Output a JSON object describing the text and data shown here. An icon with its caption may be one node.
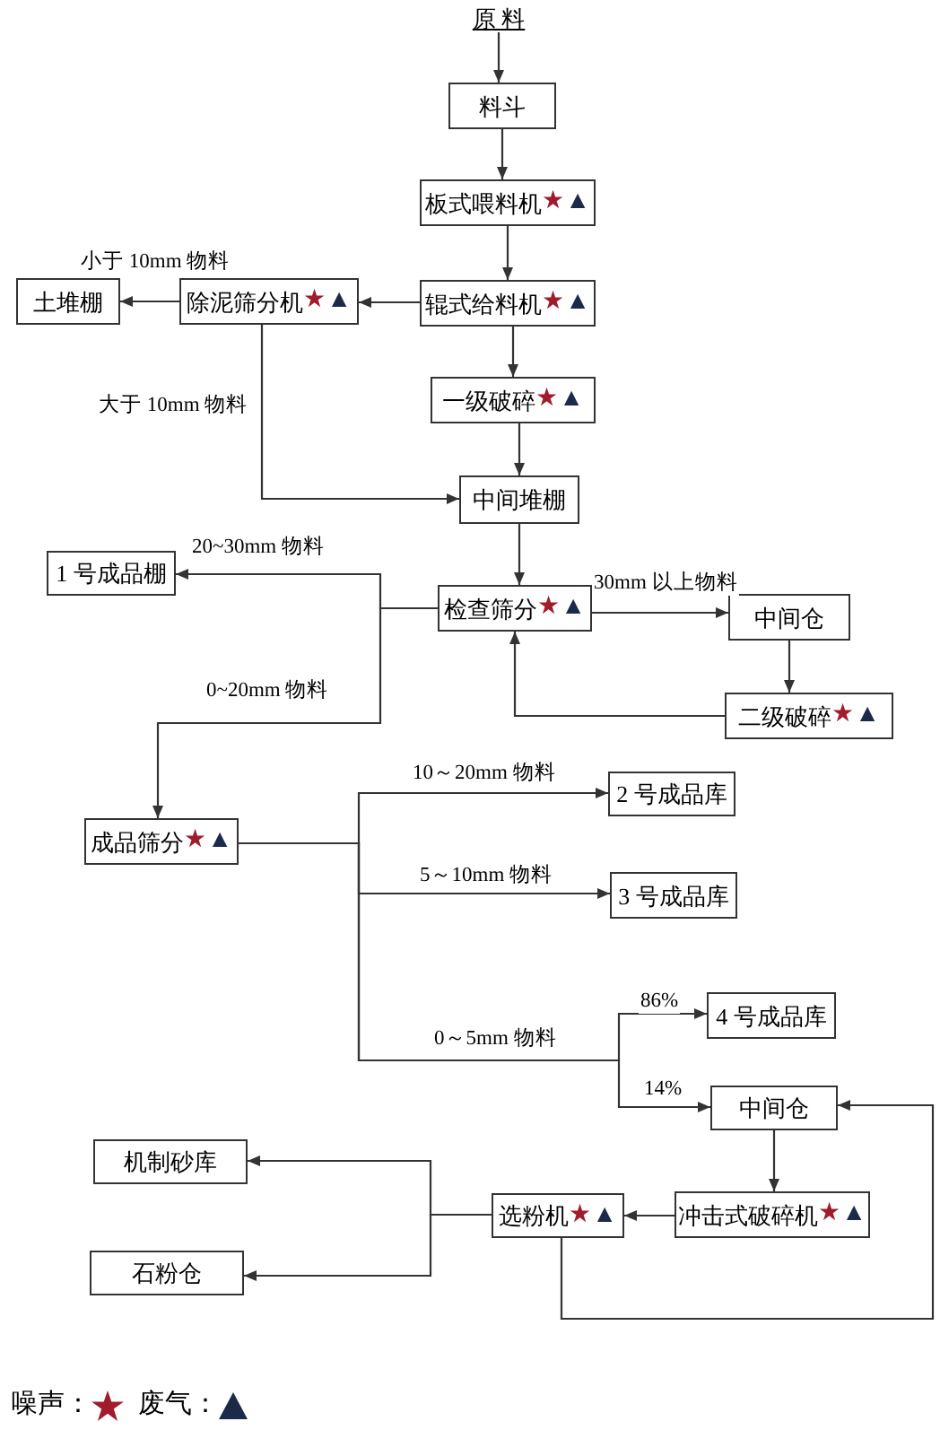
{
  "diagram": {
    "nodes": [
      {
        "text": [
          "原 料"
        ]
      },
      {
        "text": [
          "料斗"
        ]
      },
      {
        "text": [
          "板式喂料机",
          "★",
          "▲"
        ]
      },
      {
        "text": [
          "辊式给料机",
          "★",
          "▲"
        ]
      },
      {
        "text": [
          "除泥筛分机",
          "★",
          "▲"
        ]
      },
      {
        "text": [
          "土堆棚"
        ]
      },
      {
        "text": [
          "一级破碎",
          "★",
          "▲"
        ]
      },
      {
        "text": [
          "中间堆棚"
        ]
      },
      {
        "text": [
          "1 号成品棚"
        ]
      },
      {
        "text": [
          "检查筛分",
          "★",
          "▲"
        ]
      },
      {
        "text": [
          "中间仓"
        ]
      },
      {
        "text": [
          "二级破碎",
          "★",
          "▲"
        ]
      },
      {
        "text": [
          "成品筛分",
          "★",
          "▲"
        ]
      },
      {
        "text": [
          "2 号成品库"
        ]
      },
      {
        "text": [
          "3 号成品库"
        ]
      },
      {
        "text": [
          "4 号成品库"
        ]
      },
      {
        "text": [
          "中间仓"
        ]
      },
      {
        "text": [
          "机制砂库"
        ]
      },
      {
        "text": [
          "冲击式破碎机",
          "★",
          "▲"
        ]
      },
      {
        "text": [
          "选粉机",
          "★",
          "▲"
        ]
      },
      {
        "text": [
          "石粉仓"
        ]
      }
    ],
    "edges": [
      {
        "from": 0,
        "to": 1,
        "arrow": "to"
      },
      {
        "from": 1,
        "to": 2,
        "arrow": "to"
      },
      {
        "from": 2,
        "to": 3,
        "arrow": "to"
      },
      {
        "from": 3,
        "to": 4,
        "arrow": "to"
      },
      {
        "from": 4,
        "to": 5,
        "arrow": "to",
        "label": "小于 10mm 物料"
      },
      {
        "from": 3,
        "to": 6,
        "arrow": "to"
      },
      {
        "from": 4,
        "to": 7,
        "arrow": "to",
        "label": "大于 10mm 物料"
      },
      {
        "from": 6,
        "to": 7,
        "arrow": "to"
      },
      {
        "from": 7,
        "to": 9,
        "arrow": "to"
      },
      {
        "from": 9,
        "to": 8,
        "arrow": "to",
        "label": "20~30mm 物料"
      },
      {
        "from": 9,
        "to": 12,
        "arrow": "to",
        "label": "0~20mm 物料"
      },
      {
        "from": 9,
        "to": 10,
        "arrow": "to",
        "label": "30mm 以上物料"
      },
      {
        "from": 10,
        "to": 11,
        "arrow": "to"
      },
      {
        "from": 11,
        "to": 9,
        "arrow": "to"
      },
      {
        "from": 12,
        "to": 13,
        "arrow": "to",
        "label": "10～20mm 物料"
      },
      {
        "from": 12,
        "to": 14,
        "arrow": "to",
        "label": "5～10mm 物料"
      },
      {
        "from": 12,
        "to": 15,
        "arrow": "to",
        "label": "86%"
      },
      {
        "from": 12,
        "to": 16,
        "arrow": "to",
        "label": "14%"
      },
      {
        "from": 16,
        "to": 18,
        "arrow": "to"
      },
      {
        "from": 18,
        "to": 19,
        "arrow": "to"
      },
      {
        "from": 19,
        "to": 17,
        "arrow": "to"
      },
      {
        "from": 19,
        "to": 20,
        "arrow": "to"
      },
      {
        "from": 19,
        "to": 16,
        "arrow": "to"
      }
    ],
    "labels": [
      "0～5mm 物料"
    ],
    "legend": [
      {
        "text": "噪声："
      },
      {
        "text": "废气："
      }
    ]
  }
}
